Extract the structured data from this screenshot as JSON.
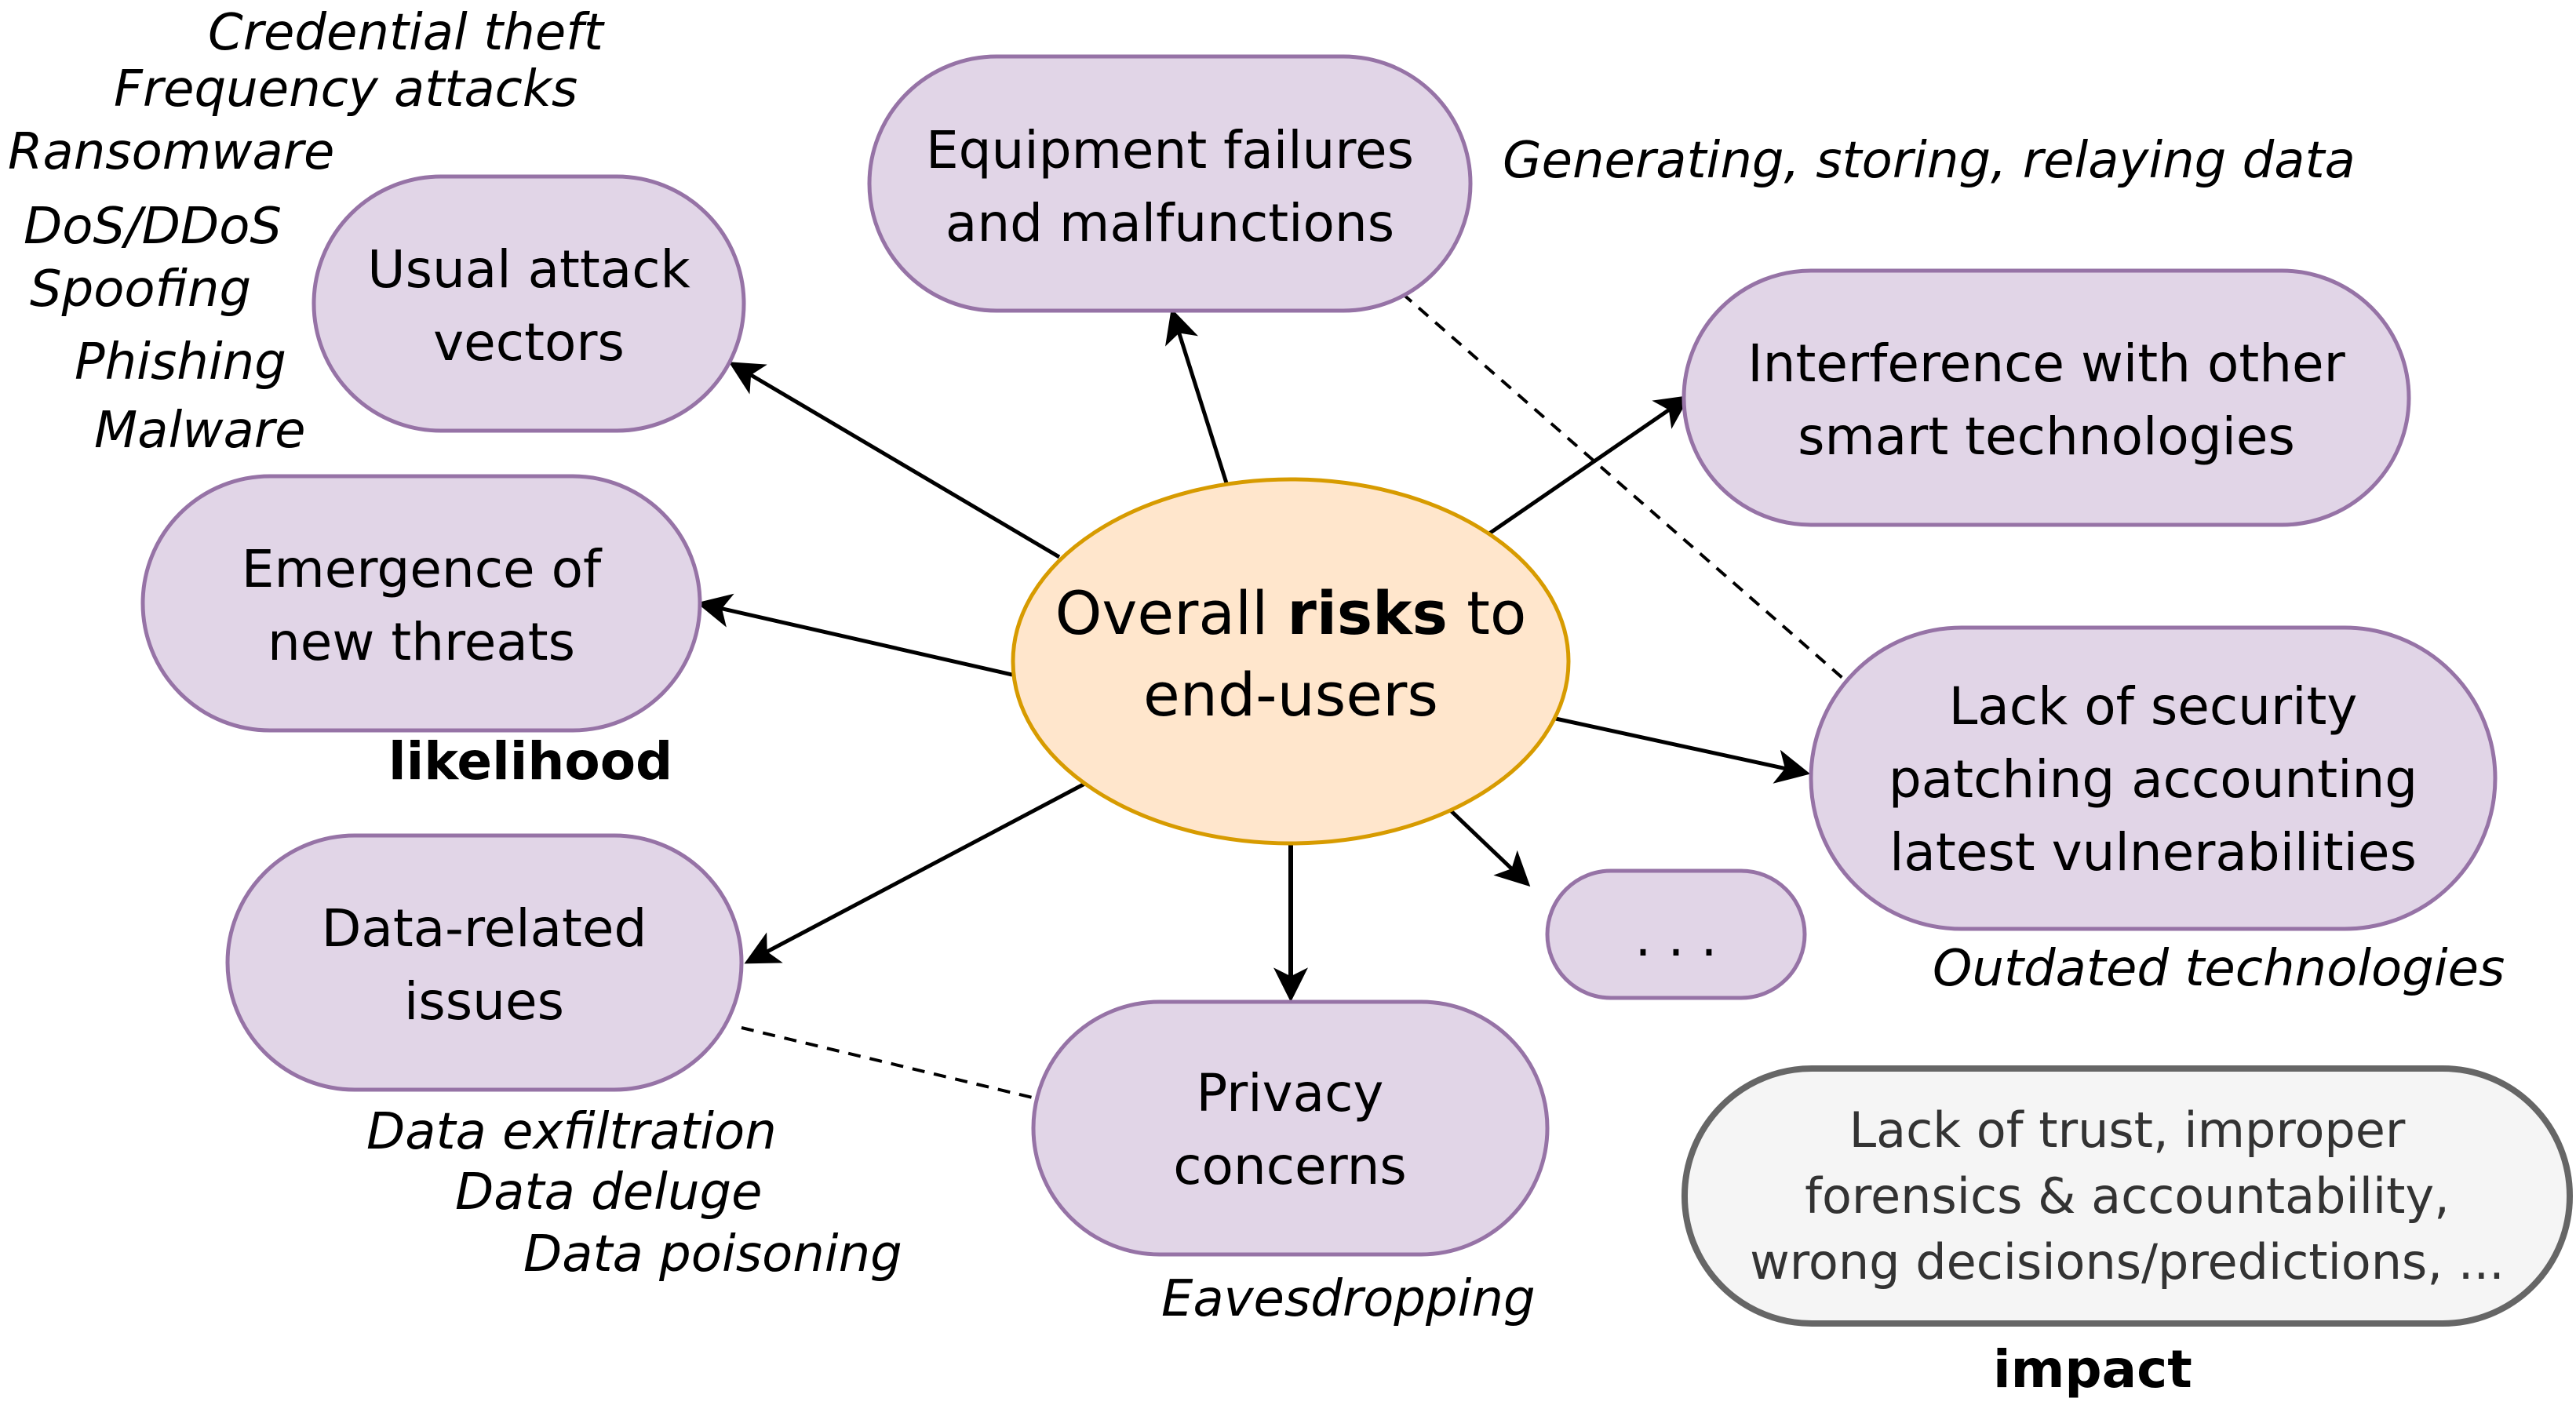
{
  "center": {
    "line1_prefix": "Overall ",
    "line1_bold": "risks",
    "line1_suffix": " to",
    "line2": "end-users"
  },
  "nodes": {
    "equipment": [
      "Equipment failures",
      "and malfunctions"
    ],
    "usual_attack": [
      "Usual attack",
      "vectors"
    ],
    "emergence": [
      "Emergence of",
      "new threats"
    ],
    "interference": [
      "Interference with other",
      "smart technologies"
    ],
    "lack_patching": [
      "Lack of security",
      "patching accounting",
      "latest vulnerabilities"
    ],
    "data_related": [
      "Data-related",
      "issues"
    ],
    "privacy": [
      "Privacy",
      "concerns"
    ],
    "ellipsis": ". . .",
    "impact_box": [
      "Lack of trust, improper",
      "forensics & accountability,",
      "wrong decisions/predictions, ..."
    ]
  },
  "annotations": {
    "attack_vectors": [
      "Credential theft",
      "Frequency attacks",
      "Ransomware",
      "DoS/DDoS",
      "Spoofing",
      "Phishing",
      "Malware"
    ],
    "equipment": "Generating, storing, relaying data",
    "patching": "Outdated technologies",
    "data_issues": [
      "Data exfiltration",
      "Data deluge",
      "Data poisoning"
    ],
    "privacy": "Eavesdropping"
  },
  "labels": {
    "likelihood": "likelihood",
    "impact": "impact"
  },
  "colors": {
    "node_fill": "#e1d5e7",
    "node_stroke": "#9673a6",
    "center_fill": "#ffe6cc",
    "center_stroke": "#d79b00",
    "impact_fill": "#f5f5f5",
    "impact_stroke": "#666666"
  }
}
